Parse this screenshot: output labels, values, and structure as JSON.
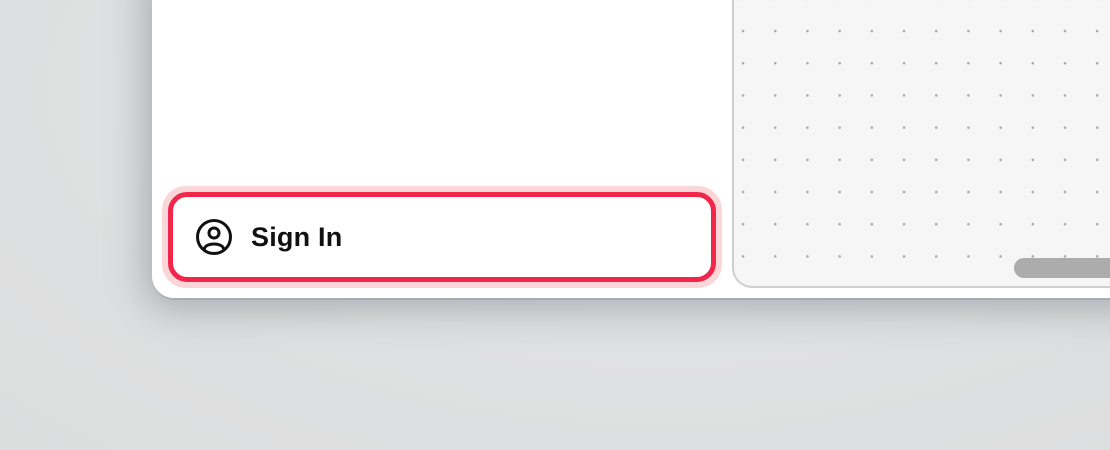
{
  "sidebar": {
    "signin_button": {
      "label": "Sign In",
      "icon": "user-circle-icon",
      "state": "focused",
      "border_color": "#f0264a",
      "focus_ring_color": "#fbd6d9"
    }
  },
  "canvas": {
    "background": "dot-grid",
    "background_color": "#f6f6f6",
    "dot_color": "#a9a9a9",
    "scrollbar": {
      "orientation": "horizontal",
      "thumb_color": "#acacac"
    }
  }
}
